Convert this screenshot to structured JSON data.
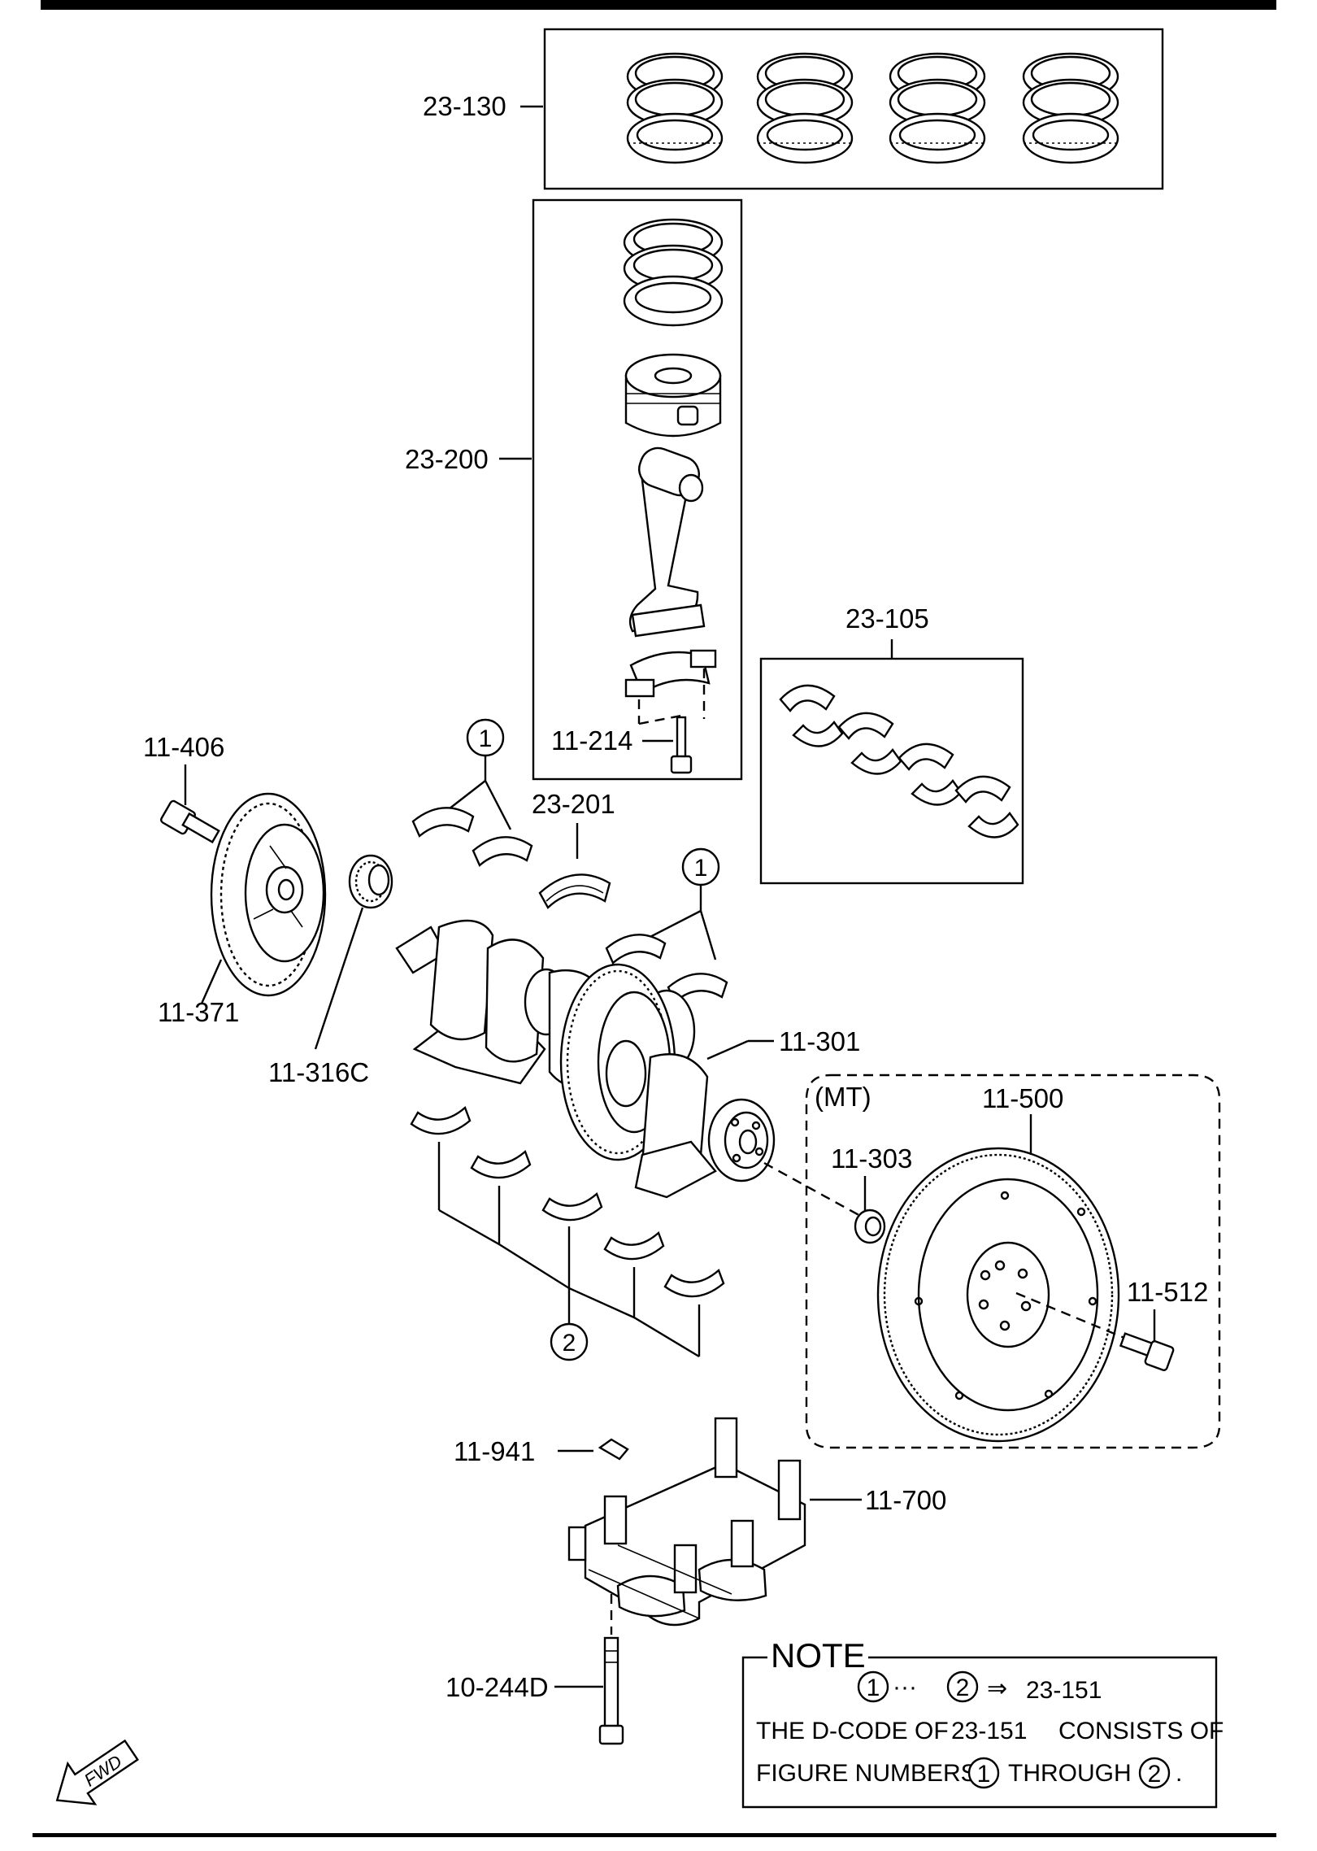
{
  "parts": {
    "p23_130": "23-130",
    "p23_200": "23-200",
    "p23_105": "23-105",
    "p11_214": "11-214",
    "p11_406": "11-406",
    "p23_201": "23-201",
    "p11_371": "11-371",
    "p11_316c": "11-316C",
    "p11_301": "11-301",
    "p11_500": "11-500",
    "p11_303": "11-303",
    "p11_512": "11-512",
    "p11_941": "11-941",
    "p11_700": "11-700",
    "p10_244d": "10-244D"
  },
  "markers": {
    "one": "1",
    "two": "2"
  },
  "mt_label": "(MT)",
  "note": {
    "heading": "NOTE",
    "line1_circle_a": "1",
    "line1_ellipsis": "···",
    "line1_circle_b": "2",
    "line1_arrow": "⇒",
    "line1_ref": "23-151",
    "line2_prefix": "THE D-CODE OF",
    "line2_ref": "23-151",
    "line2_suffix": "CONSISTS OF",
    "line3_prefix": "FIGURE NUMBERS",
    "line3_circle_a": "1",
    "line3_mid": "THROUGH",
    "line3_circle_b": "2",
    "line3_end": "."
  },
  "fwd_label": "FWD",
  "colors": {
    "ink": "#000000",
    "paper": "#ffffff"
  }
}
